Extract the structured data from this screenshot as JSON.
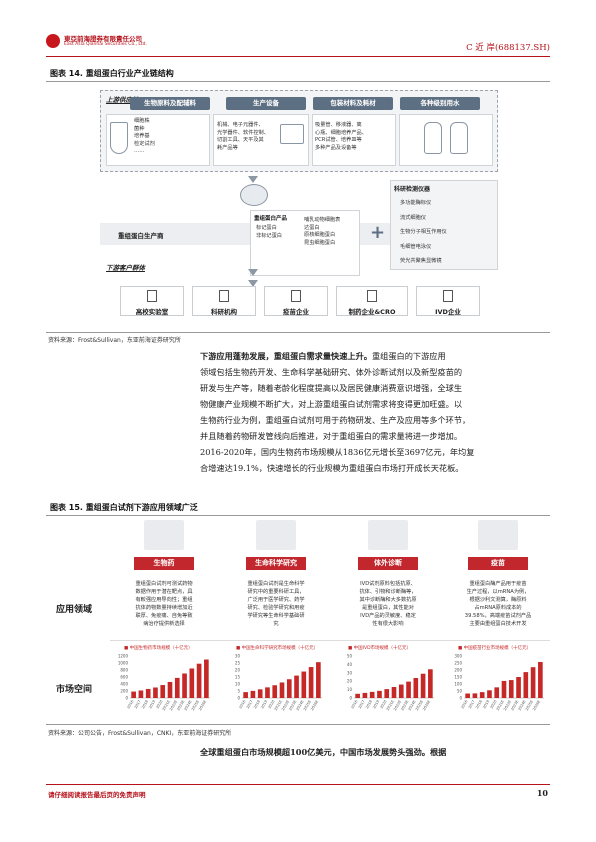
{
  "header": {
    "company_cn": "東亞前海證券有限責任公司",
    "company_en": "East Asia Qianhai Securities Co., Ltd.",
    "stock": "C 近 岸(688137.SH)"
  },
  "fig14": {
    "title": "图表 14. 重组蛋白行业产业链结构",
    "upstream_label": "上游供应链",
    "categories": [
      {
        "head": "生物原料及配辅料",
        "items": [
          "细胞株",
          "菌种",
          "培养基",
          "检定试剂",
          "……"
        ]
      },
      {
        "head": "生产设备",
        "items": [
          "机械、电子元器件、",
          "光学器件、软件控制、",
          "切割工具、天平及其",
          "耗产品等"
        ]
      },
      {
        "head": "包装材料及耗材",
        "items": [
          "吸量管、移液器、离",
          "心瓶、细胞培养产品、",
          "PCR试管、培养皿等",
          "多种产品及设备等"
        ]
      },
      {
        "head": "各种级别用水",
        "items": []
      }
    ],
    "center_label": "重组蛋白生产商",
    "products_title": "重组蛋白产品",
    "products_left": [
      "标记蛋白",
      "非标记蛋白"
    ],
    "products_right": [
      "哺乳动物细胞表",
      "达蛋白",
      "原核细胞蛋白",
      "昆虫细胞蛋白"
    ],
    "plus": "+",
    "instruments_title": "科研检测仪器",
    "instruments": [
      "多功能酶标仪",
      "流式细胞仪",
      "生物分子相互作用仪",
      "毛细管电泳仪",
      "荧光共聚焦显微镜"
    ],
    "downstream_label": "下游客户群体",
    "customers": [
      "高校实验室",
      "科研机构",
      "疫苗企业",
      "制药企业&CRO",
      "IVD企业"
    ],
    "source": "资料来源：Frost&Sullivan，东亚前海证券研究所"
  },
  "body1": {
    "lead": "下游应用蓬勃发展，重组蛋白需求量快速上升。",
    "lines": [
      "下游应用蓬勃发展，重组蛋白需求量快速上升。重组蛋白的下游应用",
      "领域包括生物药开发、生命科学基础研究、体外诊断试剂以及新型疫苗的",
      "研发与生产等，随着老龄化程度提高以及居民健康消费意识增强，全球生",
      "物健康产业规模不断扩大，对上游重组蛋白试剂需求将变得更加旺盛。以",
      "生物药行业为例，重组蛋白试剂可用于药物研发、生产及应用等多个环节，",
      "并且随着药物研发管线向后推进，对于重组蛋白的需求量将进一步增加。",
      "2016-2020年，国内生物药市场规模从1836亿元增长至3697亿元，年均复",
      "合增速达19.1%，快速增长的行业规模为重组蛋白市场打开成长天花板。"
    ]
  },
  "fig15": {
    "title": "图表 15. 重组蛋白试剂下游应用领域广泛",
    "row1": "应用领域",
    "row2": "市场空间",
    "cols": [
      {
        "head": "生物药",
        "desc": [
          "重组蛋白试剂可测试药物",
          "数据作用于潜在靶点，具",
          "有較强应用导向性；重组",
          "抗体药物数量持续增加近",
          "联厚、免疫痛、自免等致",
          "病治疗提供新选择"
        ],
        "chart_title": "■ 中国生物药市场规模（十亿元）",
        "ymax": 1200,
        "yticks": [
          "1200",
          "1000",
          "800",
          "600",
          "400",
          "200",
          "0"
        ],
        "values": [
          184,
          215,
          259,
          300,
          370,
          458,
          575,
          700,
          843,
          980,
          1100
        ]
      },
      {
        "head": "生命科学研究",
        "desc": [
          "重组蛋白试剂是生命科学",
          "研究中的重要科研工具，",
          "广泛用于医学研究、药学",
          "研究、检验学研究和用疫",
          "学研究等生命科学基础研",
          "究"
        ],
        "chart_title": "■ 中国生命科学研究市场规模（十亿元）",
        "ymax": 30,
        "yticks": [
          "30",
          "25",
          "20",
          "15",
          "10",
          "5",
          "0"
        ],
        "values": [
          4.2,
          5.1,
          6.2,
          7.6,
          9.1,
          11.1,
          13.4,
          16.0,
          18.9,
          22.1,
          25.6
        ]
      },
      {
        "head": "体外诊断",
        "desc": [
          "IVD试剂原料包括抗原、",
          "抗体、引物和诊断酶等，",
          "其中诊断酶和大多数抗原",
          "是重组蛋白，其性能对",
          "IVD产品的灵敏度、稳定",
          "性有很大影响"
        ],
        "chart_title": "■ 中国IVD市场规模（十亿元）",
        "ymax": 50,
        "yticks": [
          "50",
          "40",
          "30",
          "20",
          "10",
          "0"
        ],
        "values": [
          5.0,
          6.1,
          7.3,
          8.5,
          10.6,
          13.1,
          16.0,
          19.5,
          23.8,
          28.9,
          34.2
        ]
      },
      {
        "head": "疫苗",
        "desc": [
          "重组蛋白酶产品用于疫苗",
          "生产过程，以mRNA为例，",
          "根据沙利文测算，酶原料",
          "占mRNA原料成本的",
          "39.58%，高端疫苗试剂产品",
          "主要由重组蛋白技术开发"
        ],
        "chart_title": "■ 中国疫苗行业市场规模（十亿元）",
        "ymax": 300,
        "yticks": [
          "300",
          "250",
          "200",
          "150",
          "100",
          "50",
          "0"
        ],
        "values": [
          32,
          33,
          42,
          55,
          76,
          122,
          128,
          150,
          185,
          220,
          257
        ]
      }
    ],
    "years": [
      "2016",
      "2017",
      "2018",
      "2019",
      "2020",
      "2021E",
      "2022E",
      "2023E",
      "2024E",
      "2025E",
      "2026E"
    ],
    "source": "资料来源：公司公告，Frost&Sullivan，CNKI，东亚前海证券研究所"
  },
  "body2": {
    "line": "全球重组蛋白市场规模超100亿美元，中国市场发展势头强劲。根据"
  },
  "footer": {
    "disclaimer": "请仔细阅读报告最后页的免责声明",
    "page": "10"
  },
  "colors": {
    "brand": "#b5121b",
    "bar": "#c62828",
    "head": "#5d6f82"
  }
}
